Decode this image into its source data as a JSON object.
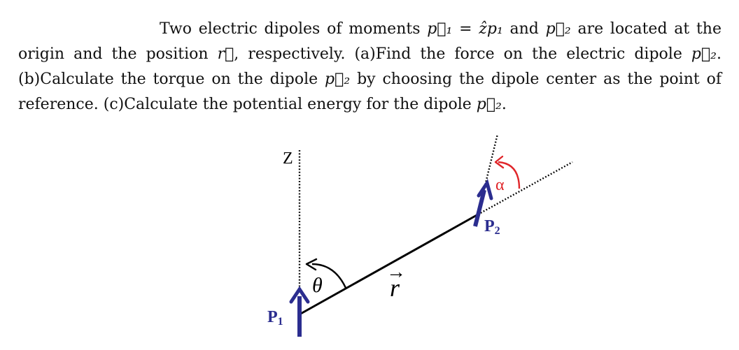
{
  "problem": {
    "segments": [
      "Two electric dipoles of moments ",
      "p⃗₁ = ẑp₁",
      " and ",
      "p⃗₂",
      " are located at the origin and the position ",
      "r⃗",
      ", respectively. (a)Find the force on the electric dipole ",
      "p⃗₂",
      ". (b)Calculate the torque on the dipole ",
      "p⃗₂",
      " by choosing the dipole center as the point of reference. (c)Calculate the potential energy for the dipole ",
      "p⃗₂",
      "."
    ]
  },
  "figure": {
    "z_label": "Z",
    "p1_label": "P",
    "p1_subscript": "1",
    "p2_label": "P",
    "p2_subscript": "2",
    "theta_label": "θ",
    "alpha_label": "α",
    "r_label": "r",
    "r_arrow": "→",
    "colors": {
      "dipole": "#2b2d8f",
      "alpha_arc": "#e0262a",
      "line": "#000000"
    }
  }
}
